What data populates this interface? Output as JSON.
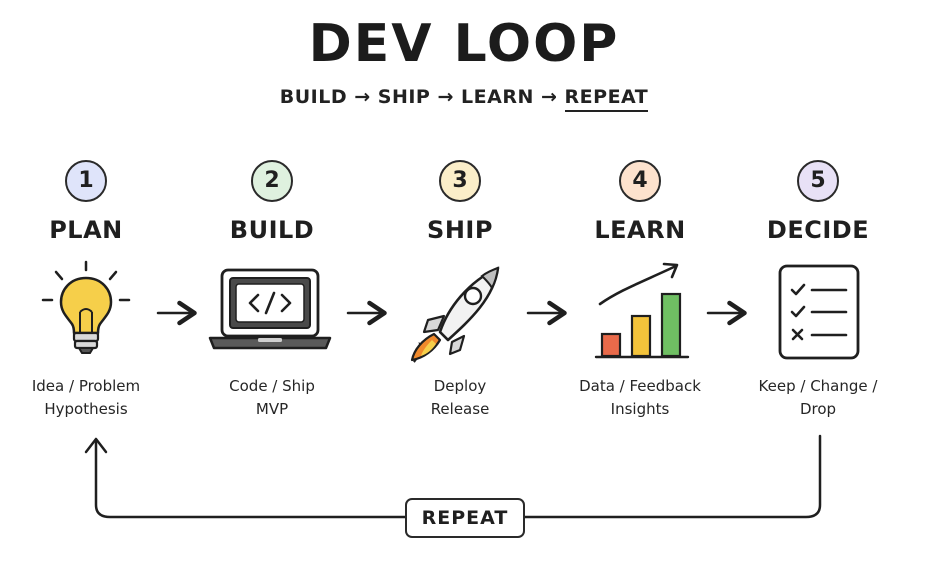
{
  "title": "DEV LOOP",
  "subtitle": {
    "steps": [
      "BUILD",
      "SHIP",
      "LEARN",
      "REPEAT"
    ],
    "separator": "→"
  },
  "steps": [
    {
      "number": "1",
      "title": "PLAN",
      "caption_lines": [
        "Idea / Problem",
        "Hypothesis"
      ],
      "icon": "lightbulb-icon",
      "badge_color": "#dfe4fa"
    },
    {
      "number": "2",
      "title": "BUILD",
      "caption_lines": [
        "Code / Ship",
        "MVP"
      ],
      "icon": "laptop-code-icon",
      "badge_color": "#dff1df"
    },
    {
      "number": "3",
      "title": "SHIP",
      "caption_lines": [
        "Deploy",
        "Release"
      ],
      "icon": "rocket-icon",
      "badge_color": "#fbeec9"
    },
    {
      "number": "4",
      "title": "LEARN",
      "caption_lines": [
        "Data / Feedback",
        "Insights"
      ],
      "icon": "bar-chart-icon",
      "badge_color": "#fde2cd"
    },
    {
      "number": "5",
      "title": "DECIDE",
      "caption_lines": [
        "Keep / Change /",
        "Drop"
      ],
      "icon": "checklist-icon",
      "badge_color": "#e8e1f6"
    }
  ],
  "repeat_label": "REPEAT",
  "colors": {
    "ink": "#1f1f1f",
    "bulb": "#f6cf4a",
    "flame": "#f08a2c",
    "bar_red": "#e96a4a",
    "bar_yellow": "#f3c33b",
    "bar_green": "#6fbf63"
  }
}
